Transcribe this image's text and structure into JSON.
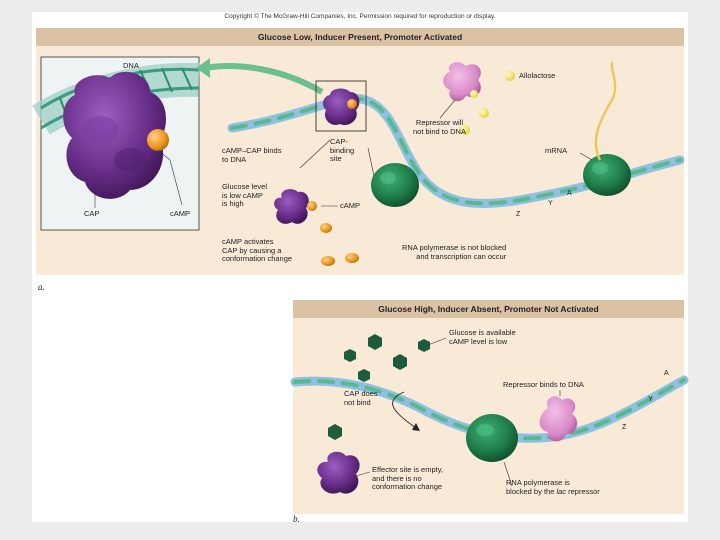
{
  "copyright": "Copyright © The McGraw-Hill Companies, Inc. Permission required for reproduction or display.",
  "panel_a": {
    "letter": "a.",
    "header": "Glucose Low, Inducer Present, Promoter Activated",
    "labels": {
      "dna": "DNA",
      "cap": "CAP",
      "camp_zoom": "cAMP",
      "camp_cap_binds": "cAMP–CAP binds\nto DNA",
      "cap_binding_site": "CAP-\nbinding\nsite",
      "allolactose": "Allolactose",
      "repressor_will_not": "Repressor will\nnot bind to DNA",
      "mrna": "mRNA",
      "glucose_low": "Glucose level\nis low cAMP\nis high",
      "camp": "cAMP",
      "camp_activates": "cAMP activates\nCAP by causing a\nconformation change",
      "rna_pol_not_blocked": "RNA polymerase is not blocked\nand transcription can occur"
    },
    "strand_letters": [
      "Z",
      "Y",
      "A"
    ]
  },
  "panel_b": {
    "letter": "b.",
    "header": "Glucose High, Inducer Absent, Promoter Not Activated",
    "labels": {
      "glucose_available": "Glucose is available\ncAMP level is low",
      "repressor_binds": "Repressor binds to DNA",
      "cap_does_not_bind": "CAP does\nnot bind",
      "effector_empty": "Effector site is empty,\nand there is no\nconformation change",
      "rna_pol_blocked": "RNA polymerase is\nblocked by the lac repressor"
    },
    "strand_letters": [
      "Z",
      "Y",
      "A"
    ]
  },
  "colors": {
    "panel_bg": "#f8ead7",
    "header_bg": "#dcc2a5",
    "cap_purple": "#6b2f8c",
    "camp_orange": "#e8941c",
    "polymerase_green": "#1f7d4a",
    "repressor_pink": "#d98ac8",
    "allolactose_yellow": "#f0e24a",
    "dna_blue": "#8fc0e0",
    "dna_green": "#58b890",
    "mrna_yellow": "#e8c85a",
    "glucose_green": "#1e5b3c"
  }
}
